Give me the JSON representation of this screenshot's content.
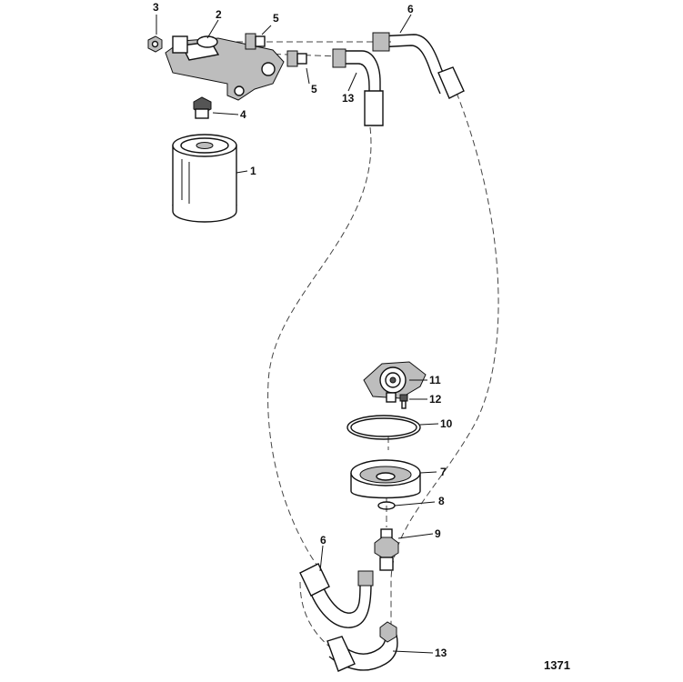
{
  "figure_number": "1371",
  "callouts": {
    "c1": "1",
    "c2": "2",
    "c3": "3",
    "c4": "4",
    "c5a": "5",
    "c5b": "5",
    "c6a": "6",
    "c6b": "6",
    "c7": "7",
    "c8": "8",
    "c9": "9",
    "c10": "10",
    "c11": "11",
    "c12": "12",
    "c13a": "13",
    "c13b": "13"
  }
}
